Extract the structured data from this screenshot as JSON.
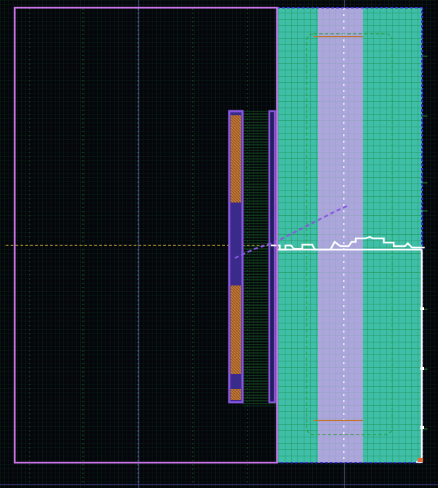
{
  "viewer": {
    "description_hidden": "",
    "background_color": "#05050c"
  },
  "colors": {
    "boundary": "#c874e6",
    "grid_dark": "#0d5a22",
    "grid_cyan": "#49c7b2",
    "grid_lines": "#169c4a",
    "lavender_band": "#b9a3e6",
    "tracks_orange": "#c0742c",
    "pin_purple": "#8a55e0",
    "net_white": "#ffffff",
    "crosshair": "#7a6bd6",
    "axis_yellow": "#b59a2d"
  },
  "layers": [
    {
      "name": "outline"
    },
    {
      "name": "macro-block"
    },
    {
      "name": "pin-columns"
    },
    {
      "name": "net-route"
    },
    {
      "name": "crosshair"
    }
  ]
}
